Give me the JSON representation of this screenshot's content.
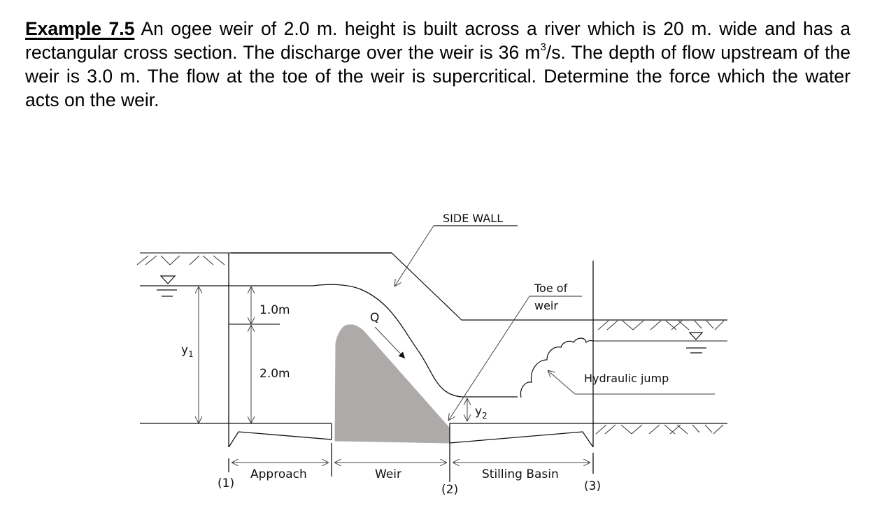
{
  "problem": {
    "label": "Example 7.5",
    "text_part1": " An ogee weir of 2.0 m. height is built across a river which is 20 m. wide and has a rectangular cross section. The discharge over the weir is 36 m",
    "superscript": "3",
    "text_part2": "/s. The depth of flow upstream of the weir is 3.0 m. The flow at the toe of the weir is supercritical. Determine the force which the water acts on the weir."
  },
  "diagram": {
    "labels": {
      "side_wall": "SIDE WALL",
      "toe_of_weir_line1": "Toe of",
      "toe_of_weir_line2": "weir",
      "hydraulic_jump": "Hydraulic jump",
      "flow": "Q",
      "depth_upper": "1.0m",
      "weir_height": "2.0m",
      "y1_base": "y",
      "y1_sub": "1",
      "y2_base": "y",
      "y2_sub": "2"
    },
    "sections": {
      "approach": "Approach",
      "weir": "Weir",
      "stilling_basin": "Stilling Basin"
    },
    "stations": {
      "s1": "(1)",
      "s2": "(2)",
      "s3": "(3)"
    },
    "colors": {
      "weir_fill": "#aeaaaa",
      "line": "#111111",
      "thin_line": "#555555"
    }
  }
}
